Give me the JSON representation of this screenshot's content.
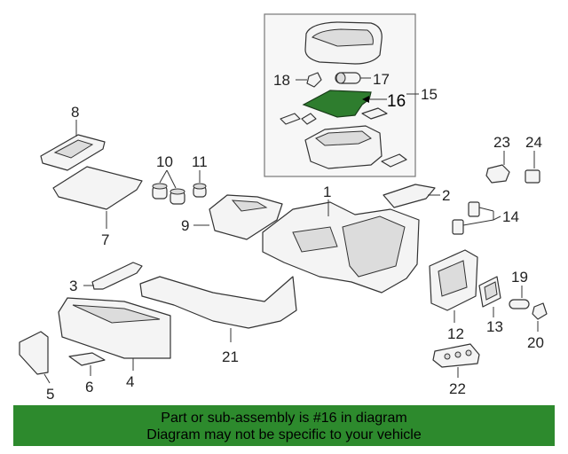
{
  "diagram": {
    "callouts": {
      "c1": "1",
      "c2": "2",
      "c3": "3",
      "c4": "4",
      "c5": "5",
      "c6": "6",
      "c7": "7",
      "c8": "8",
      "c9": "9",
      "c10": "10",
      "c11": "11",
      "c12": "12",
      "c13": "13",
      "c14": "14",
      "c15": "15",
      "c16": "16",
      "c17": "17",
      "c18": "18",
      "c19": "19",
      "c20": "20",
      "c21": "21",
      "c22": "22",
      "c23": "23",
      "c24": "24"
    },
    "highlight_color": "#2e7d2e"
  },
  "banner": {
    "line1": "Part or sub-assembly is #16 in diagram",
    "line2": "Diagram may not be specific to your vehicle",
    "color": "#2d8a2d"
  }
}
